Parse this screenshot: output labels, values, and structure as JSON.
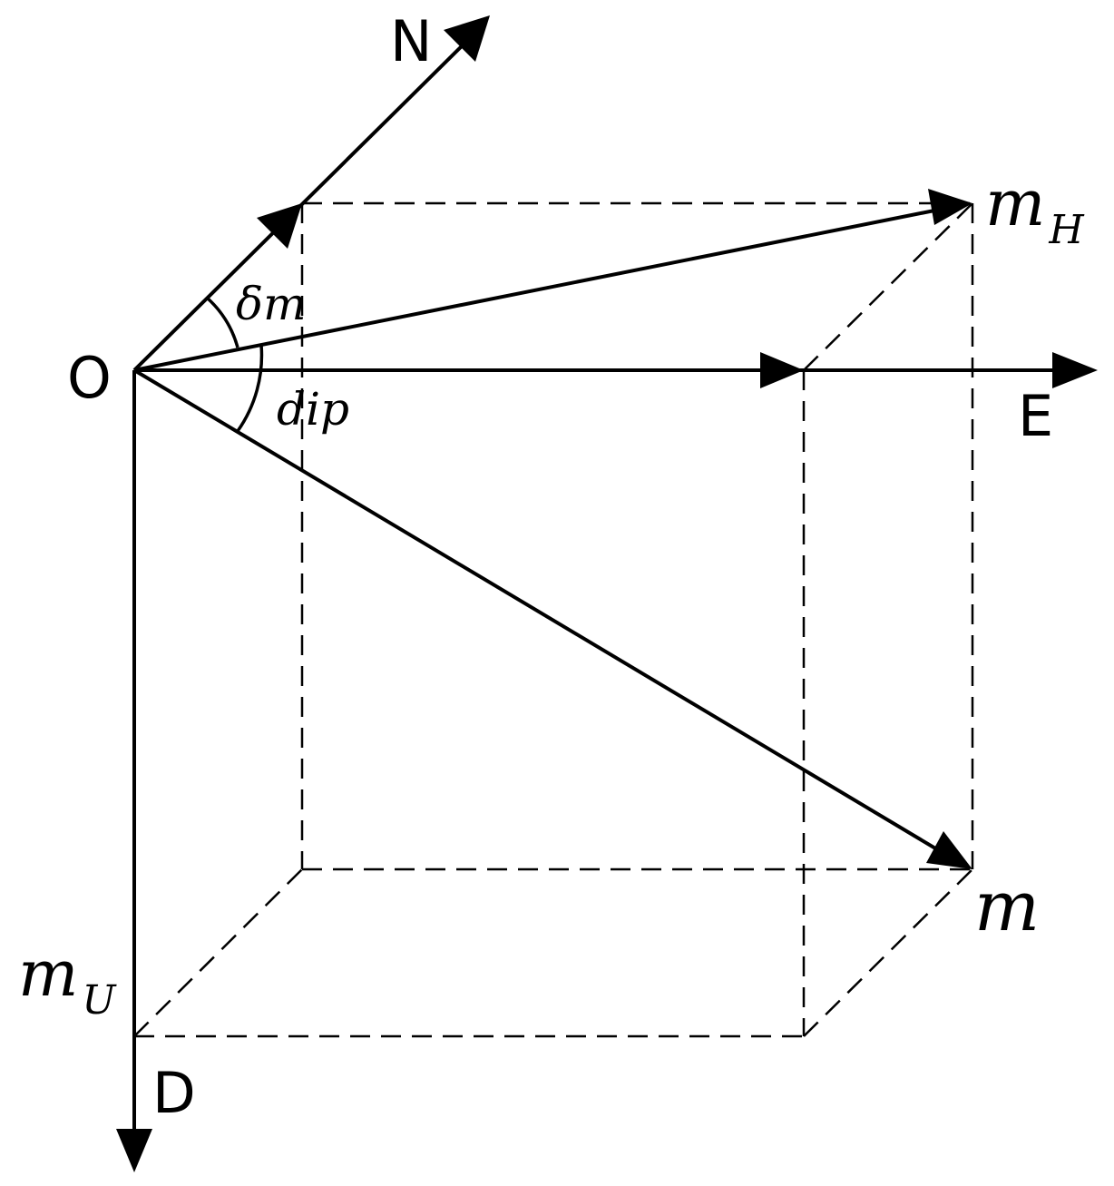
{
  "labels": {
    "origin": "O",
    "north": "N",
    "east": "E",
    "down": "D",
    "horizontal_main": "m",
    "horizontal_sub": "H",
    "vertical_main": "m",
    "vertical_sub": "U",
    "vector": "m",
    "declination_symbol": "δ",
    "declination_var": "m",
    "dip": "dip"
  },
  "colors": {
    "line": "#000000",
    "background": "#ffffff"
  }
}
